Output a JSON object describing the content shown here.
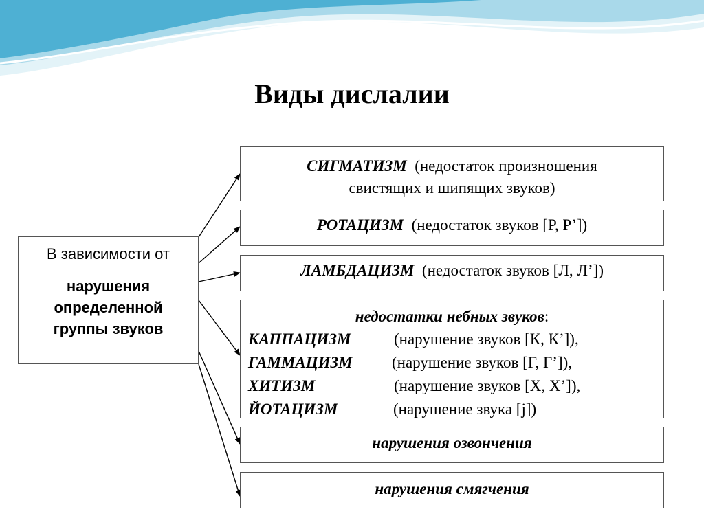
{
  "title": "Виды дислалии",
  "source": {
    "intro": "В зависимости от",
    "main": "нарушения определенной группы звуков"
  },
  "boxes": {
    "sigmatism": {
      "term": "СИГМАТИЗМ",
      "desc_line1": "(недостаток произношения",
      "desc_line2": "свистящих и шипящих звуков)"
    },
    "rotacism": {
      "term": "РОТАЦИЗМ",
      "desc": "(недостаток звуков [Р, Р’])"
    },
    "lambdacism": {
      "term": "ЛАМБДАЦИЗМ",
      "desc": "(недостаток звуков [Л, Л’])"
    },
    "palatal": {
      "heading": "недостатки небных звуков",
      "heading_suffix": ":",
      "items": [
        {
          "term": "КАППАЦИЗМ",
          "desc": "(нарушение звуков [К, К’]),"
        },
        {
          "term": "ГАММАЦИЗМ",
          "desc": "(нарушение звуков [Г, Г’]),"
        },
        {
          "term": "ХИТИЗМ",
          "desc": "(нарушение звуков [Х, Х’]),"
        },
        {
          "term": "ЙОТАЦИЗМ",
          "desc": "(нарушение звука [j])"
        }
      ]
    },
    "voicing": {
      "label": "нарушения озвончения"
    },
    "softening": {
      "label": "нарушения смягчения"
    }
  },
  "colors": {
    "wave_light": "#d6eef6",
    "wave_mid": "#9fd4e6",
    "wave_dark": "#3aa3c9",
    "border": "#555555"
  }
}
